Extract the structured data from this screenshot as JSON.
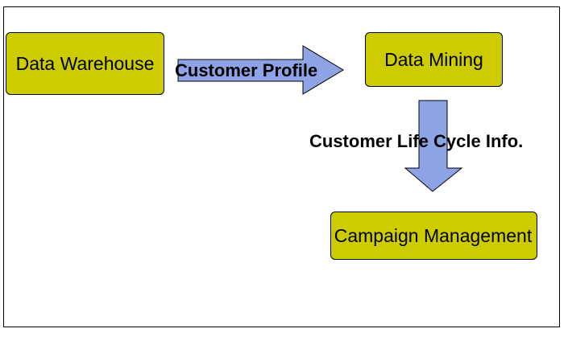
{
  "nodes": {
    "data_warehouse": "Data Warehouse",
    "data_mining": "Data Mining",
    "campaign_management": "Campaign Management"
  },
  "edges": {
    "profile_label": "Customer Profile",
    "lifecycle_label": "Customer Life Cycle Info."
  },
  "colors": {
    "box_fill": "#cccc00",
    "arrow_fill": "#8ea3e6",
    "outline": "#000000"
  }
}
